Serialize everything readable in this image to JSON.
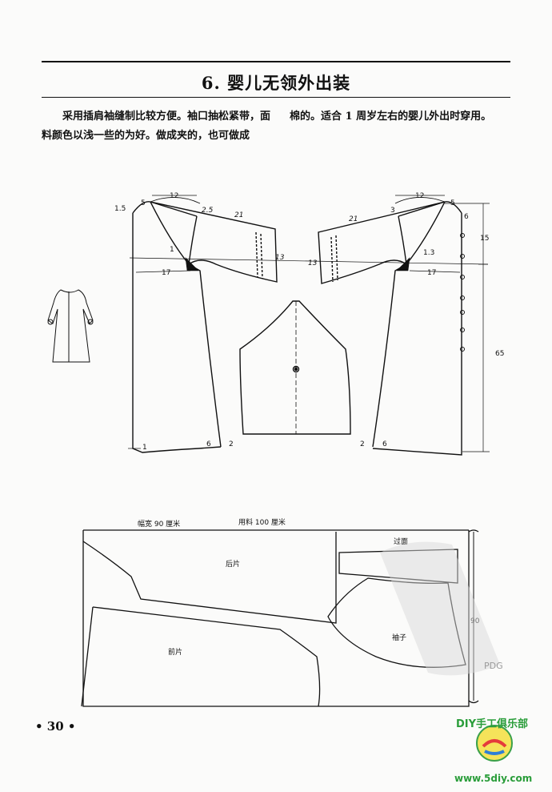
{
  "page": {
    "title": "6. 婴儿无领外出装",
    "description_col1": "采用插肩袖缝制比较方便。袖口抽松紧带，面料颜色以浅一些的为好。做成夹的，也可做成",
    "description_col2": "棉的。适合 1 周岁左右的婴儿外出时穿用。",
    "page_number": "• 30 •"
  },
  "pattern": {
    "labels": {
      "m_1_5": "1.5",
      "m_5_left": "5",
      "m_12_left": "12",
      "m_2_5": "2.5",
      "m_21_left": "21",
      "m_13_left": "13",
      "m_1_left": "1",
      "m_17_left": "17",
      "m_1_bottom_left": "1",
      "m_6_bottom_left": "6",
      "m_2_bottom_left": "2",
      "m_12_right": "12",
      "m_5_right": "5",
      "m_3_right": "3",
      "m_6_right": "6",
      "m_15": "15",
      "m_21_right": "21",
      "m_1_3": "1.3",
      "m_13_right": "13",
      "m_17_right": "17",
      "m_65": "65",
      "m_2_bottom_right": "2",
      "m_6_bottom_right": "6"
    }
  },
  "layout_plan": {
    "width_label": "幅宽 90 厘米",
    "length_label": "用料 100 厘米",
    "back_label": "后片",
    "front_label": "前片",
    "sleeve_label": "袖子",
    "facing_label": "过面",
    "side_90": "90"
  },
  "watermark": {
    "text": "DIY手工俱乐部",
    "url": "www.5diy.com",
    "pdg": "PDG"
  }
}
